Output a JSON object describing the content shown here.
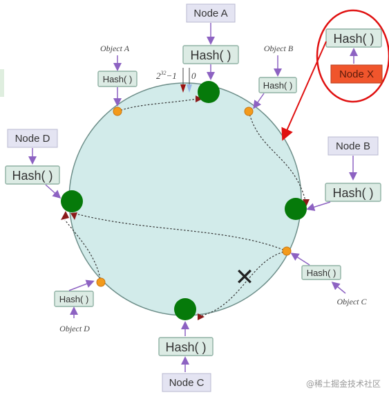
{
  "nodes": {
    "a": "Node A",
    "b": "Node B",
    "c": "Node C",
    "d": "Node D",
    "x": "Node X"
  },
  "hash_label": "Hash( )",
  "objects": {
    "a": "Object A",
    "b": "Object B",
    "c": "Object C",
    "d": "Object D"
  },
  "ring": {
    "max_label_base": "2",
    "max_label_exp": "32",
    "max_label_tail": "−1",
    "zero_label": "0"
  },
  "removed_marker": "✕",
  "watermark": "@稀土掘金技术社区",
  "colors": {
    "ring_fill": "#d2ebea",
    "node_fill": "#067a0a",
    "object_point": "#f39a1b",
    "node_x_fill": "#f0552c",
    "highlight": "#e01010",
    "arrow_purple": "#8d62c2",
    "arrow_darkred": "#8b1a1a"
  }
}
